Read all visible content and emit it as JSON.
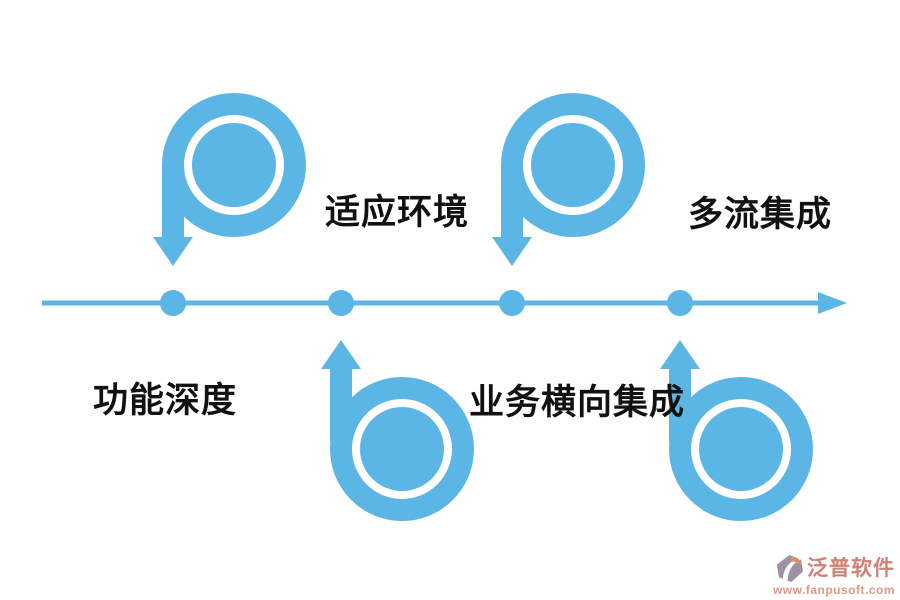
{
  "colors": {
    "accent": "#5cb6e5",
    "label_text": "#111111",
    "background": "#ffffff",
    "logo_gray": "#9b92a6",
    "logo_orange": "#d88e61",
    "watermark_text": "#cf8175",
    "watermark_url": "#dd9a89"
  },
  "diagram": {
    "type": "loop-timeline",
    "nodes": [
      {
        "id": 1,
        "label": "功能深度",
        "label_position": "below",
        "loop_direction": "down"
      },
      {
        "id": 2,
        "label": "适应环境",
        "label_position": "above",
        "loop_direction": "up"
      },
      {
        "id": 3,
        "label": "业务横向集成",
        "label_position": "below",
        "loop_direction": "down"
      },
      {
        "id": 4,
        "label": "多流集成",
        "label_position": "above",
        "loop_direction": "up"
      }
    ]
  },
  "watermark": {
    "brand": "泛普软件",
    "url": "www.fanpusoft.com"
  }
}
